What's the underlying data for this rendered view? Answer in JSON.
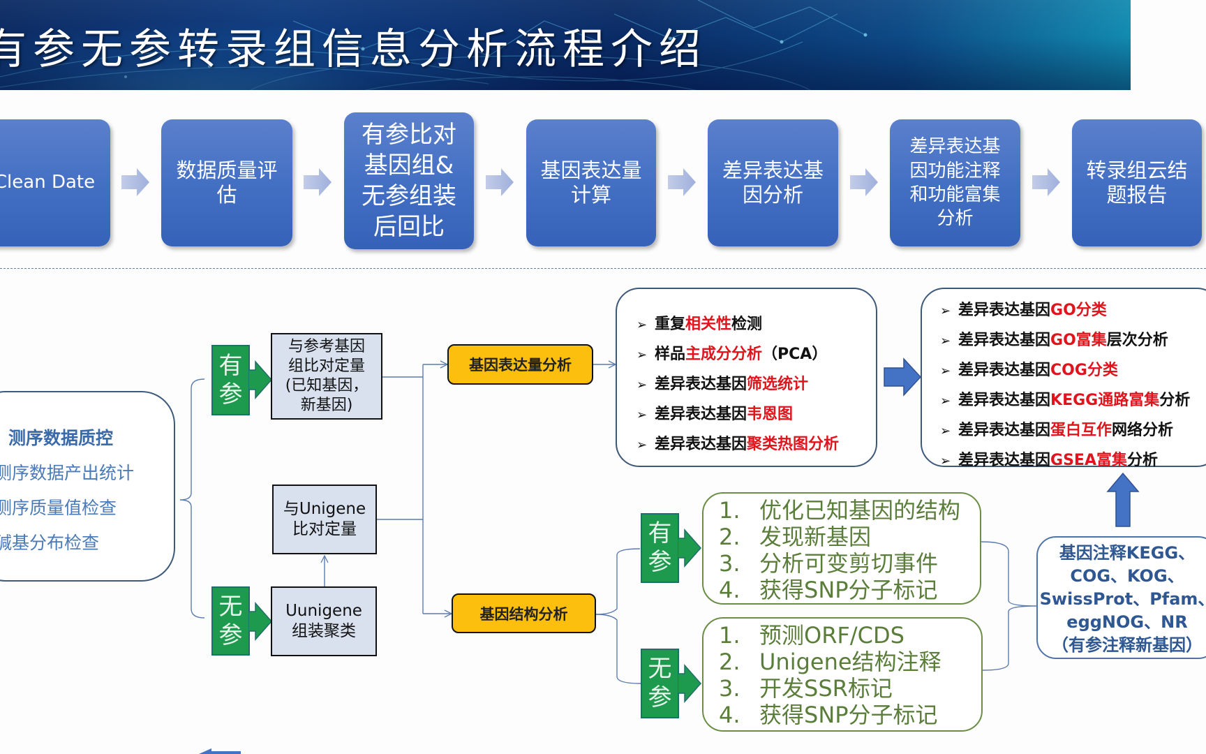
{
  "title": "有参无参转录组信息分析流程介绍",
  "pipeline": {
    "steps": [
      {
        "label": "Clean Date"
      },
      {
        "label": "数据质量评\n估"
      },
      {
        "label": "有参比对\n基因组&\n无参组装\n后回比"
      },
      {
        "label": "基因表达量\n计算"
      },
      {
        "label": "差异表达基\n因分析"
      },
      {
        "label": "差异表达基\n因功能注释\n和功能富集\n分析"
      },
      {
        "label": "转录组云结\n题报告"
      }
    ]
  },
  "qc": {
    "title": "测序数据质控",
    "items": [
      "测序数据产出统计",
      "测序质量值检查",
      "碱基分布检查"
    ]
  },
  "branches": {
    "ref": {
      "tag": [
        "有",
        "参"
      ],
      "box": "与参考基因\n组比对定量\n(已知基因，\n新基因)"
    },
    "unigene_quant": {
      "box": "与Unigene\n比对定量"
    },
    "noref": {
      "tag": [
        "无",
        "参"
      ],
      "box": "Uunigene\n组装聚类"
    }
  },
  "analysis": {
    "expression": "基因表达量分析",
    "structure": "基因结构分析"
  },
  "de_list": [
    {
      "pre": "重复",
      "hl": "相关性",
      "post": "检测"
    },
    {
      "pre": "样品",
      "hl": "主成分分析",
      "post": "（PCA）"
    },
    {
      "pre": "差异表达基因",
      "hl": "筛选统计",
      "post": ""
    },
    {
      "pre": "差异表达基因",
      "hl": "韦恩图",
      "post": ""
    },
    {
      "pre": "差异表达基因",
      "hl": "聚类热图分析",
      "post": ""
    }
  ],
  "func_list": [
    {
      "pre": "差异表达基因",
      "hl": "GO分类",
      "post": ""
    },
    {
      "pre": "差异表达基因",
      "hl": "GO富集",
      "post": "层次分析"
    },
    {
      "pre": "差异表达基因",
      "hl": "COG分类",
      "post": ""
    },
    {
      "pre": "差异表达基因",
      "hl": "KEGG通路富集",
      "post": "分析"
    },
    {
      "pre": "差异表达基因",
      "hl": "蛋白互作",
      "post": "网络分析"
    },
    {
      "pre": "差异表达基因",
      "hl": "GSEA富集",
      "post": "分析"
    }
  ],
  "structure_ref": {
    "tag": [
      "有",
      "参"
    ],
    "items": [
      {
        "n": "1.",
        "t": "优化已知基因的结构"
      },
      {
        "n": "2.",
        "t": "发现新基因"
      },
      {
        "n": "3.",
        "t": "分析可变剪切事件"
      },
      {
        "n": "4.",
        "t": "获得SNP分子标记"
      }
    ]
  },
  "structure_noref": {
    "tag": [
      "无",
      "参"
    ],
    "items": [
      {
        "n": "1.",
        "t": "预测ORF/CDS"
      },
      {
        "n": "2.",
        "t": "Unigene结构注释"
      },
      {
        "n": "3.",
        "t": "开发SSR标记"
      },
      {
        "n": "4.",
        "t": "获得SNP分子标记"
      }
    ]
  },
  "annotation": {
    "lines": [
      "基因注释KEGG、",
      "COG、KOG、",
      "SwissProt、Pfam、",
      "eggNOG、NR",
      "（有参注释新基因）"
    ]
  },
  "colors": {
    "step_blue": "#4470c4",
    "tag_green": "#1e9a4e",
    "orange": "#fdbf0e",
    "highlight_red": "#e0141c",
    "struct_green": "#5a7d3a",
    "annot_blue": "#2f5792"
  }
}
